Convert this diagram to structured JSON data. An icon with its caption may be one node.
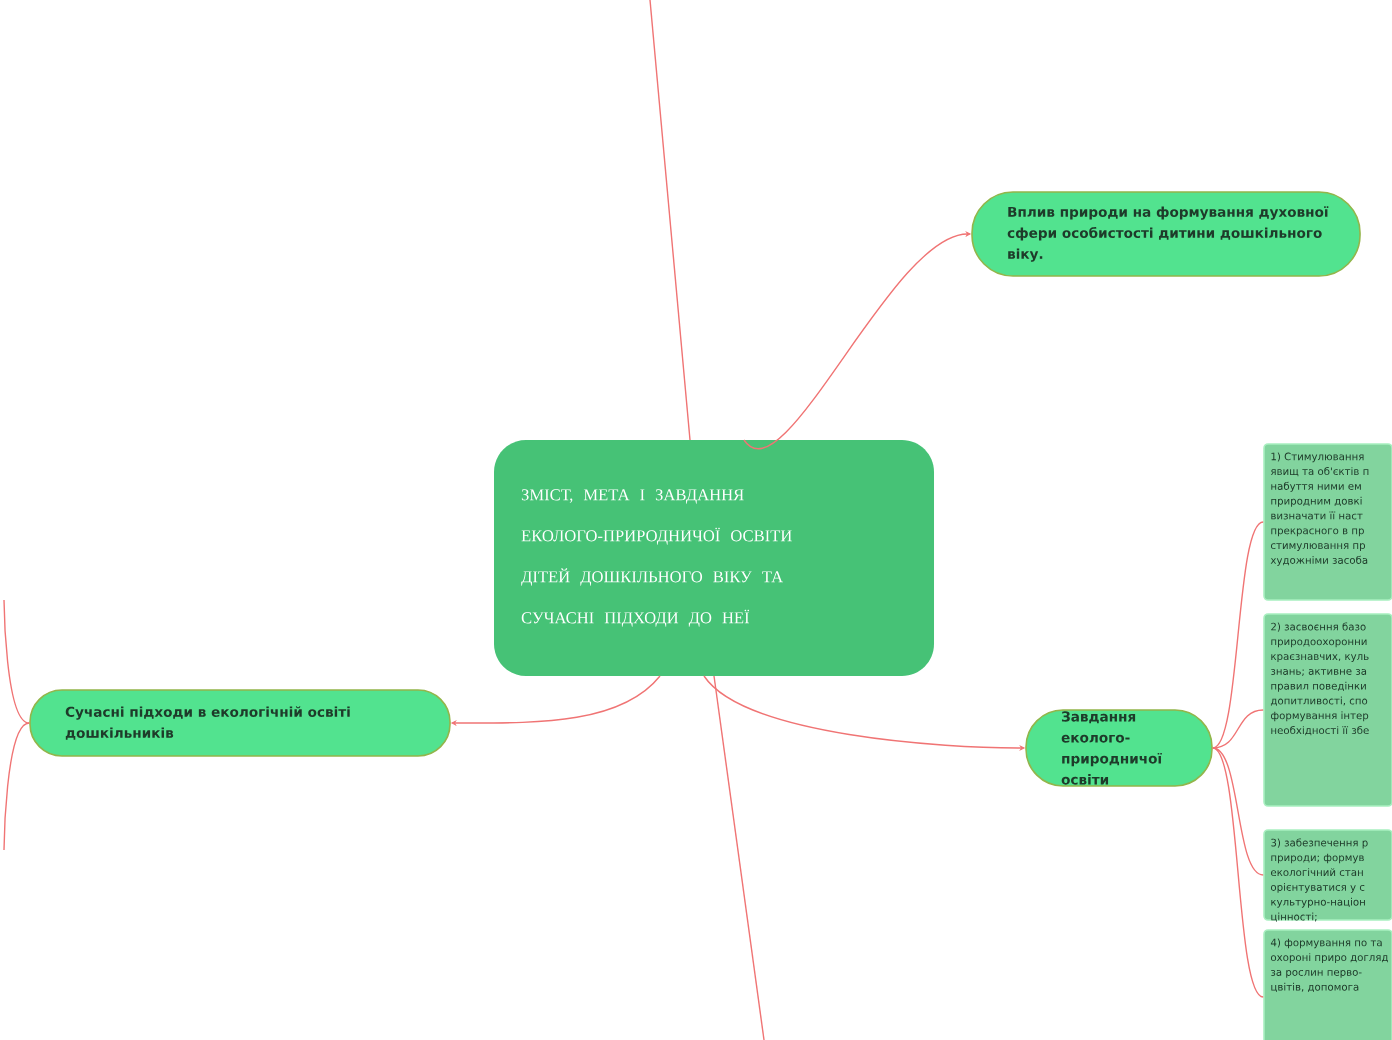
{
  "diagram": {
    "nodes": [
      {
        "text": [
          "ЗМІСТ, МЕТА І ЗАВДАННЯ ЕКОЛОГО-ПРИРОДНИЧОЇ ОСВІТИ ДІТЕЙ ДОШКІЛЬНОГО ВІКУ ТА СУЧАСНІ ПІДХОДИ ДО НЕЇ"
        ]
      },
      {
        "text": [
          "Вплив природи на формування духовної сфери особистості дитини дошкільного віку."
        ]
      },
      {
        "text": [
          "Завдання еколого-природничої освіти"
        ]
      },
      {
        "text": [
          "Сучасні підходи в екологічній освіті дошкільників"
        ]
      },
      {
        "text": [
          "1) Стимулювання явищ та об'єктів п набуття ними ем природним довкі визначати її наст прекрасного в пр стимулювання пр художніми засоба"
        ]
      },
      {
        "text": [
          "2) засвоєння базо природоохоронни краєзнавчих, куль знань; активне за правил поведінки допитливості, спо формування інтер необхідності її збе"
        ]
      },
      {
        "text": [
          "3) забезпечення р природи; формув екологічний стан орієнтуватися у с культурно-націон цінності;"
        ]
      },
      {
        "text": [
          "4) формування по та охороні приро догляд за рослин перво- цвітів, допомога"
        ]
      }
    ],
    "edges": [
      {
        "from": 0,
        "to": null,
        "arrow": "none"
      },
      {
        "from": 0,
        "to": 1,
        "arrow": "to"
      },
      {
        "from": 0,
        "to": 2,
        "arrow": "to"
      },
      {
        "from": 0,
        "to": null,
        "arrow": "none"
      },
      {
        "from": 0,
        "to": 3,
        "arrow": "to"
      },
      {
        "from": 3,
        "to": null,
        "arrow": "none"
      },
      {
        "from": 3,
        "to": null,
        "arrow": "none"
      },
      {
        "from": 2,
        "to": 4,
        "arrow": "none"
      },
      {
        "from": 2,
        "to": 5,
        "arrow": "none"
      },
      {
        "from": 2,
        "to": 6,
        "arrow": "none"
      },
      {
        "from": 2,
        "to": 7,
        "arrow": "none"
      }
    ]
  }
}
